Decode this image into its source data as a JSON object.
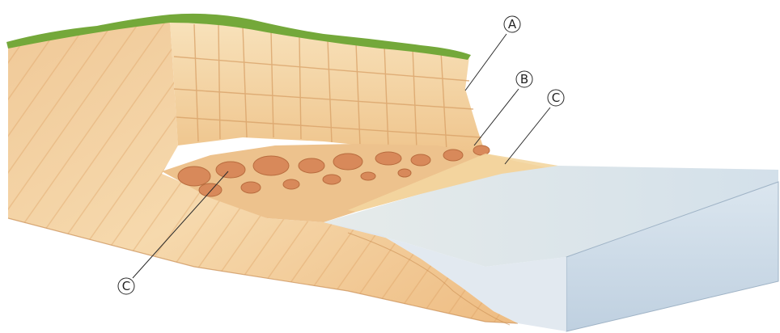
{
  "diagram": {
    "labels": {
      "a": "A",
      "b": "B",
      "c_upper": "C",
      "c_lower": "C"
    }
  },
  "colors": {
    "cliff_light": "#f6d9a8",
    "cliff_mid": "#eab97c",
    "cliff_dark": "#d9985a",
    "grass": "#74a83a",
    "boulder": "#d8895a",
    "beach": "#f3d6a0",
    "sea_top": "#dce6ee",
    "sea_side": "#c7d6e4",
    "line": "#2a2a2a"
  }
}
